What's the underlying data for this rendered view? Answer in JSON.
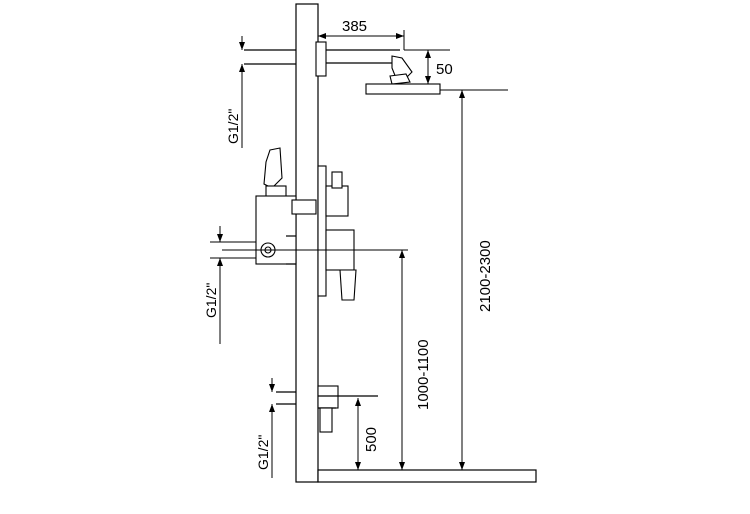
{
  "dimensions": {
    "arm_length": "385",
    "head_drop": "50",
    "head_height": "2100-2300",
    "mixer_height": "1000-1100",
    "spout_height": "500"
  },
  "thread_labels": {
    "top": "G1/2\"",
    "middle": "G1/2\"",
    "bottom": "G1/2\""
  },
  "colors": {
    "line": "#000000",
    "background": "#ffffff"
  }
}
